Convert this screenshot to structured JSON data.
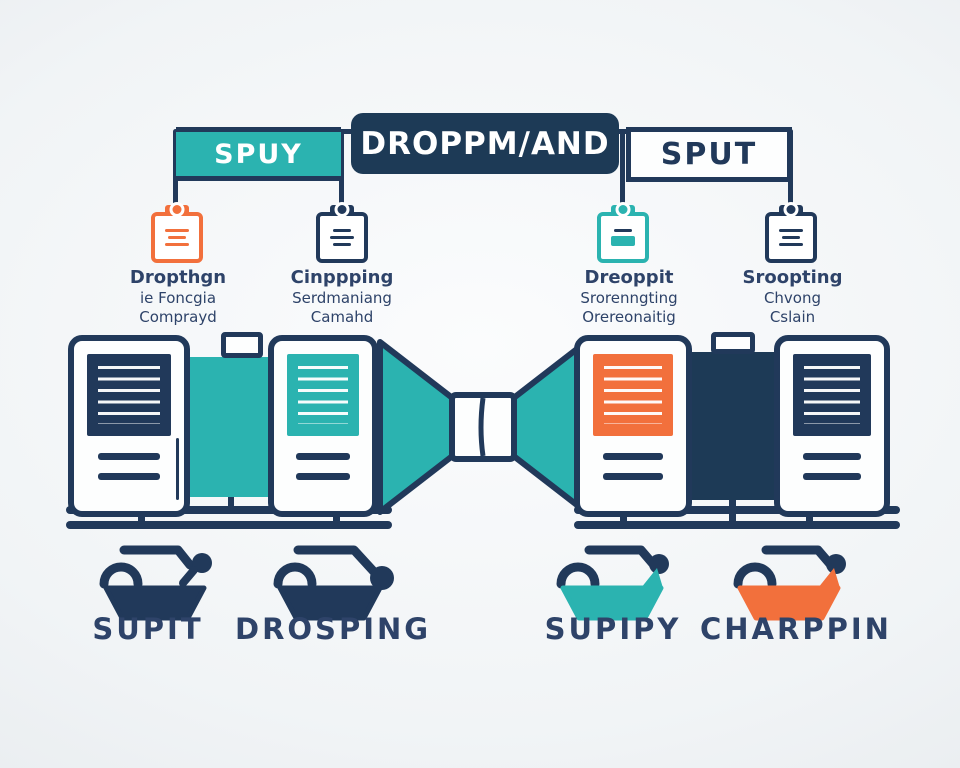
{
  "palette": {
    "navy": "#21395a",
    "teal": "#2bb3b0",
    "orange": "#f2703c",
    "text_navy": "#2e4369",
    "background": "#f1f4f6",
    "card_white": "#fdfefe"
  },
  "flow_boxes": [
    {
      "label": "SPUY",
      "style": "teal-filled"
    },
    {
      "label": "DROPPM/AND",
      "style": "navy-filled"
    },
    {
      "label": "SPUT",
      "style": "white-outlined"
    }
  ],
  "clipboards": [
    {
      "icon": "clipboard-icon",
      "color": "#f2703c",
      "title": "Dropthgn",
      "line2": "ie Foncgia",
      "line3": "Comprayd"
    },
    {
      "icon": "clipboard-icon",
      "color": "#21395a",
      "title": "Cinppping",
      "line2": "Serdmaniang",
      "line3": "Camahd"
    },
    {
      "icon": "clipboard-icon",
      "color": "#2bb3b0",
      "title": "Dreoppit",
      "line2": "Srorenngting",
      "line3": "Orereonaitig"
    },
    {
      "icon": "clipboard-icon",
      "color": "#21395a",
      "title": "Sroopting",
      "line2": "Chvong",
      "line3": "Cslain"
    }
  ],
  "process_cards": [
    {
      "block_color": "#21395a"
    },
    {
      "block_color": "#2bb3b0"
    },
    {
      "block_color": "#f2703c"
    },
    {
      "block_color": "#21395a"
    }
  ],
  "baskets": [
    {
      "icon": "shopping-basket-icon",
      "color": "#21395a",
      "label": "SUPIT"
    },
    {
      "icon": "shopping-basket-icon",
      "color": "#21395a",
      "label": "DROSPING"
    },
    {
      "icon": "shopping-basket-icon",
      "color": "#2bb3b0",
      "label": "SUPIPY"
    },
    {
      "icon": "shopping-basket-icon",
      "color": "#f2703c",
      "label": "CHARPPIN"
    }
  ]
}
